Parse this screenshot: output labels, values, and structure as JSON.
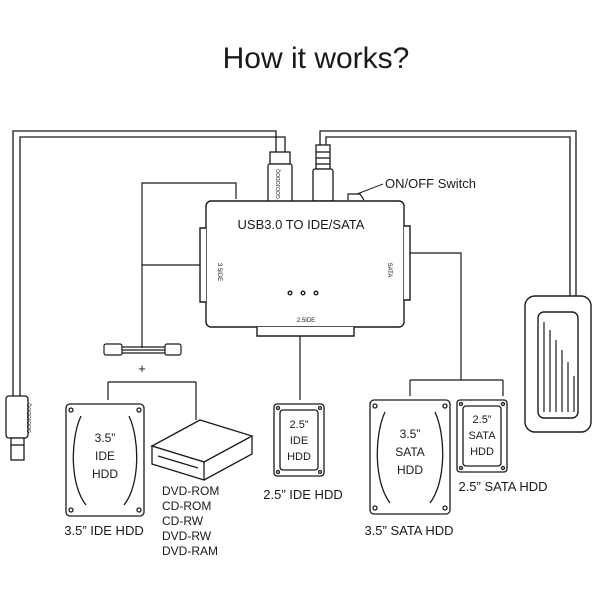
{
  "title": "How it works?",
  "hub": {
    "label": "USB3.0 TO IDE/SATA",
    "port_35ide": "3.5IDE",
    "port_sata": "SATA",
    "port_25ide": "2.5IDE"
  },
  "switch_label": "ON/OFF Switch",
  "plus_sign": "+",
  "cable_brand": "GOOJODOQ",
  "devices": {
    "hdd35_ide": {
      "lines": [
        "3.5”",
        "IDE",
        "HDD"
      ],
      "caption": "3.5”  IDE HDD"
    },
    "dvd": {
      "lines": [
        "DVD-ROM",
        "CD-ROM",
        "CD-RW",
        "DVD-RW",
        "DVD-RAM"
      ]
    },
    "hdd25_ide": {
      "lines": [
        "2.5”",
        "IDE",
        "HDD"
      ],
      "caption": "2.5”  IDE HDD"
    },
    "hdd35_sata": {
      "lines": [
        "3.5”",
        "SATA",
        "HDD"
      ],
      "caption": "3.5”  SATA HDD"
    },
    "hdd25_sata": {
      "lines": [
        "2.5”",
        "SATA",
        "HDD"
      ],
      "caption": "2.5”  SATA HDD"
    }
  },
  "colors": {
    "line": "#1a1a1a",
    "background": "#ffffff"
  },
  "icons": [
    "usb-plug-icon",
    "dc-power-plug-icon",
    "power-adapter-icon",
    "molex-cable-icon",
    "dvd-drive-icon",
    "hdd-icon"
  ]
}
